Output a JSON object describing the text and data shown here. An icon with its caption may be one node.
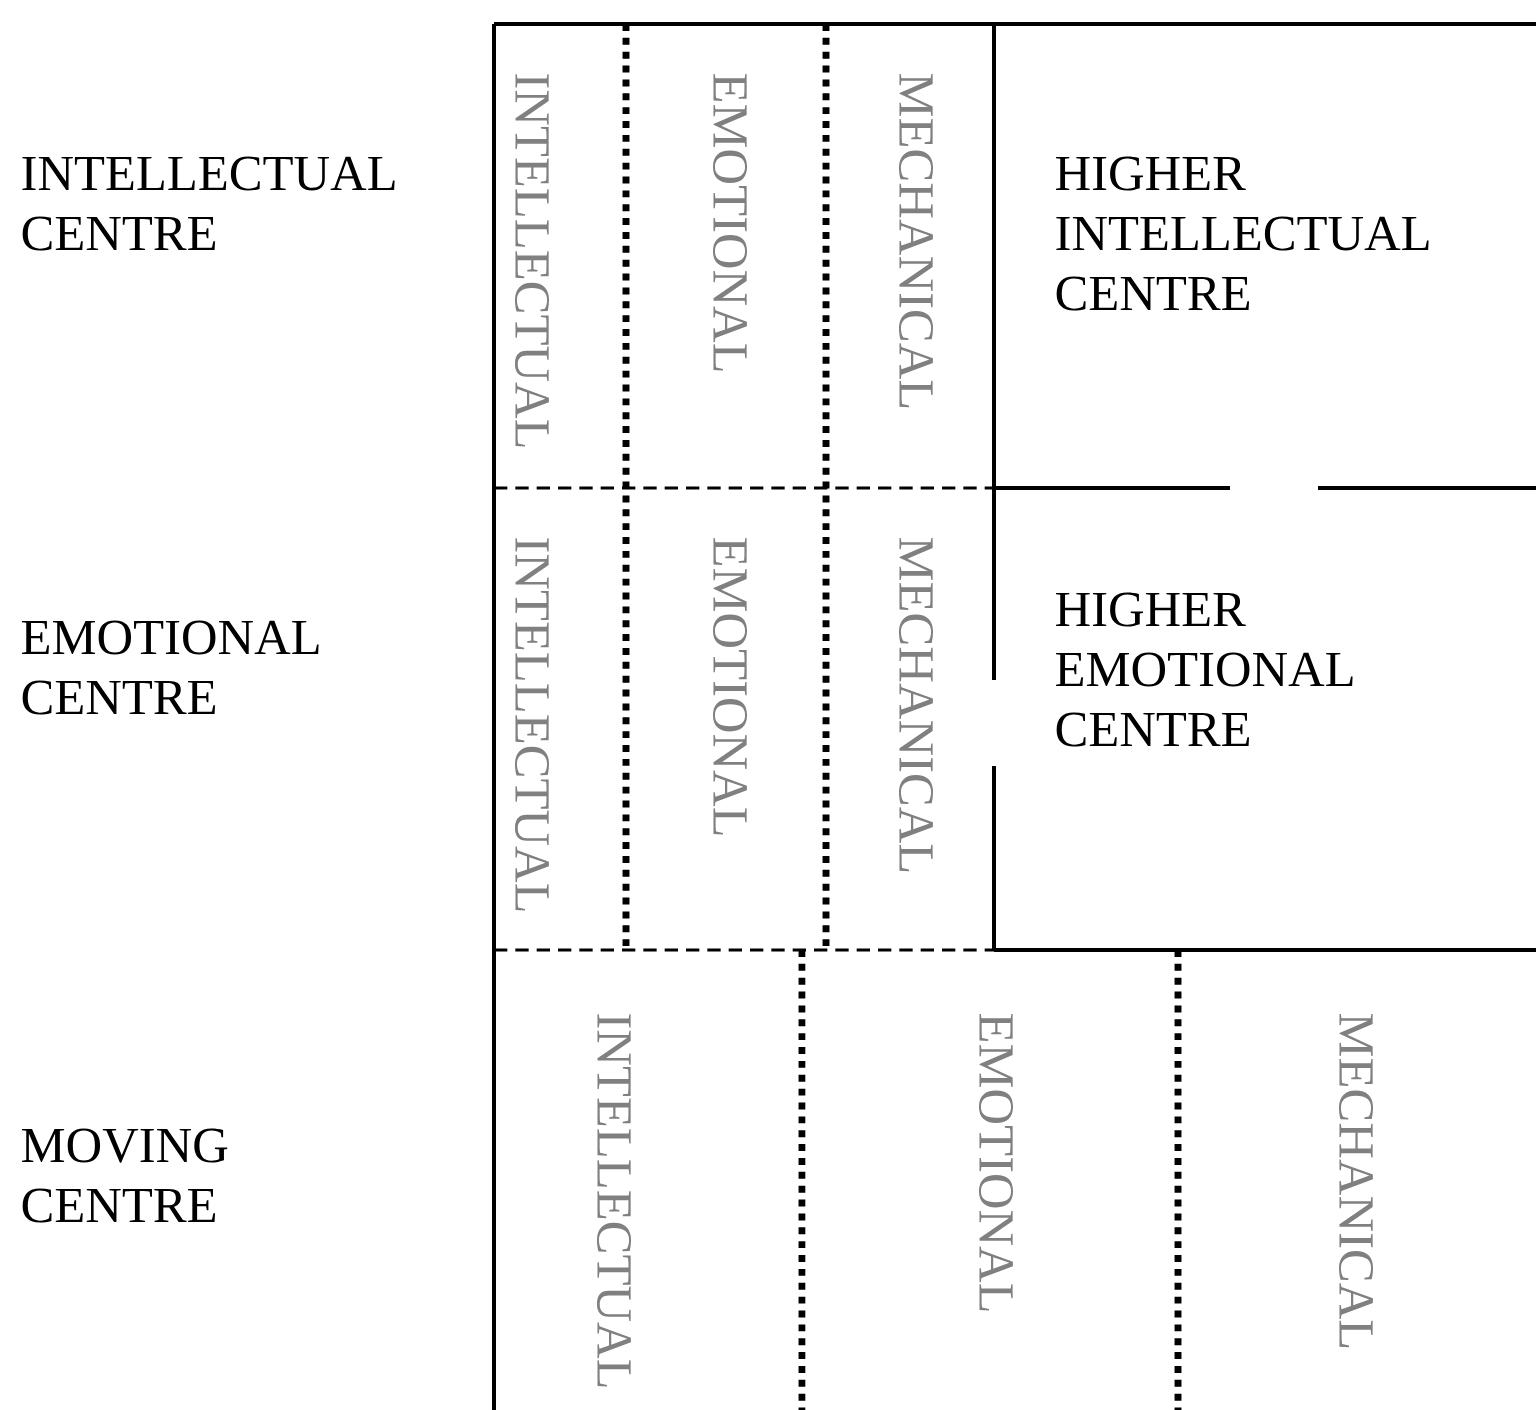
{
  "diagram": {
    "nodes": [
      {
        "text": [
          "INTELLECTUAL"
        ]
      },
      {
        "text": [
          "EMOTIONAL"
        ]
      },
      {
        "text": [
          "MECHANICAL"
        ]
      },
      {
        "text": [
          "HIGHER INTELLECTUAL CENTRE"
        ]
      },
      {
        "text": [
          "INTELLECTUAL"
        ]
      },
      {
        "text": [
          "EMOTIONAL"
        ]
      },
      {
        "text": [
          "MECHANICAL"
        ]
      },
      {
        "text": [
          "HIGHER EMOTIONAL CENTRE"
        ]
      },
      {
        "text": [
          "INTELLECTUAL"
        ]
      },
      {
        "text": [
          "EMOTIONAL"
        ]
      },
      {
        "text": [
          "MECHANICAL"
        ]
      }
    ],
    "labels": [
      "INTELLECTUAL CENTRE",
      "EMOTIONAL CENTRE",
      "MOVING CENTRE"
    ]
  }
}
